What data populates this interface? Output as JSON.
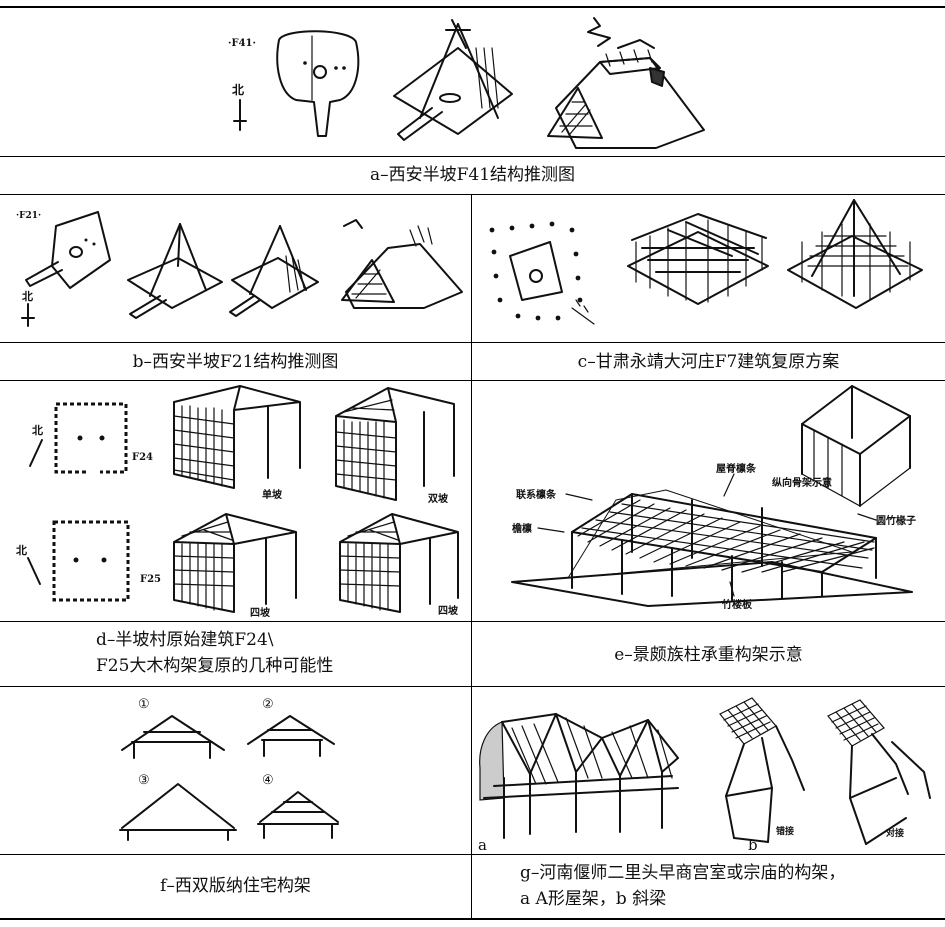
{
  "captions": {
    "a": "a–西安半坡F41结构推测图",
    "b": "b–西安半坡F21结构推测图",
    "c": "c–甘肃永靖大河庄F7建筑复原方案",
    "d_line1": "d–半坡村原始建筑F24\\",
    "d_line2": "F25大木构架复原的几种可能性",
    "e": "e–景颇族柱承重构架示意",
    "f": "f–西双版纳住宅构架",
    "g_line1": "g–河南偃师二里头早商宫室或宗庙的构架，",
    "g_line2": "a A形屋架，b 斜梁"
  },
  "labels": {
    "f41": "·F41·",
    "f21": "·F21·",
    "north": "北",
    "f24": "F24",
    "f25": "F25",
    "single_slope": "单坡",
    "double_slope": "双坡",
    "four_slope_1": "四坡",
    "four_slope_2": "四坡",
    "ridge_purlin": "屋脊檩条",
    "longitudinal_frame": "纵向骨架示意",
    "tie_purlin": "联系檩条",
    "eave_purlin": "檐檩",
    "bamboo_rafter": "圆竹椽子",
    "bamboo_floor": "竹楼板",
    "circ1": "①",
    "circ2": "②",
    "circ3": "③",
    "circ4": "④",
    "g_a": "a",
    "g_b": "b",
    "staggered_joint": "错接",
    "butt_joint": "对接"
  }
}
